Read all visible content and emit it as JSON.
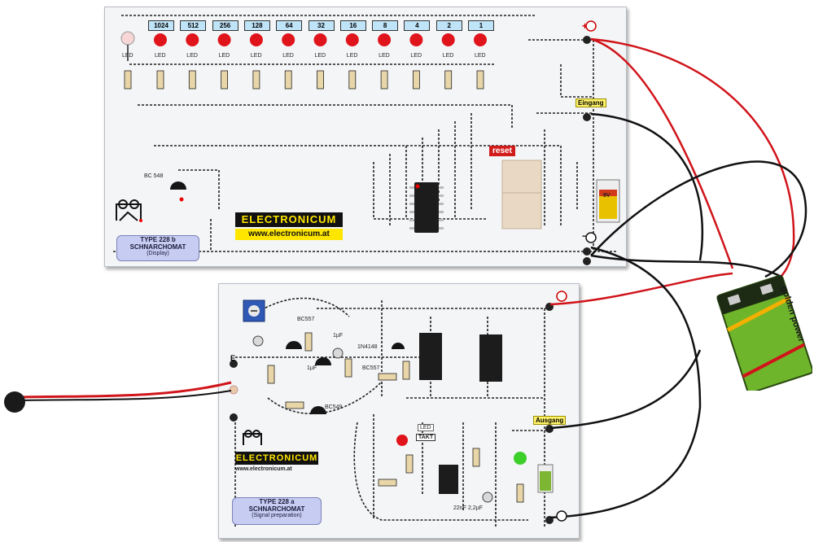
{
  "top_board": {
    "brand": "ELECTRONICUM",
    "url": "www.electronicum.at",
    "type_line1": "TYPE  228 b",
    "type_line2": "SCHNARCHOMAT",
    "type_line3": "(Display)",
    "transistor_label": "BC 548",
    "reset_label": "reset",
    "input_label": "Eingang",
    "battery_label": "9V",
    "led_label": "LED",
    "binary_labels": [
      "1024",
      "512",
      "256",
      "128",
      "64",
      "32",
      "16",
      "8",
      "4",
      "2",
      "1"
    ],
    "plus_symbol": "+",
    "minus_symbol": "−"
  },
  "bottom_board": {
    "brand": "ELECTRONICUM",
    "url": "www.electronicum.at",
    "type_line1": "TYPE  228 a",
    "type_line2": "SCHNARCHOMAT",
    "type_line3": "(Signal preparation)",
    "output_label": "Ausgang",
    "led_label": "LED",
    "takt_label": "TAKT",
    "labels": {
      "bc557_a": "BC557",
      "bc557_b": "BC557",
      "bc549": "BC549",
      "diode": "1N4148",
      "cap_1uf_a": "1µF",
      "cap_1uf_b": "1µF",
      "cap_22nf": "22nF",
      "cap_22uf": "2,2µF",
      "mic_e": "E"
    }
  },
  "battery": {
    "brand": "golden power",
    "type": "9V"
  },
  "colors": {
    "board": "#f4f5f7",
    "trace": "#222222",
    "led_red": "#e0141b",
    "led_green": "#3ccf2a",
    "wire_red": "#d0141a",
    "wire_black": "#111111",
    "battery_green": "#6fb52c",
    "brand_yellow": "#ffe600"
  }
}
